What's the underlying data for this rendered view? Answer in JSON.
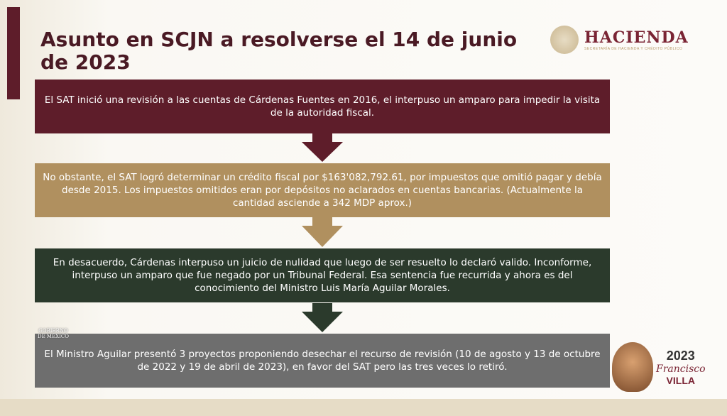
{
  "title": "Asunto en SCJN a resolverse el 14 de junio de 2023",
  "logo": {
    "name": "HACIENDA",
    "subtitle": "SECRETARÍA DE HACIENDA Y CRÉDITO PÚBLICO"
  },
  "gobierno_logo": "GOBIERNO DE MÉXICO",
  "villa_logo": {
    "year": "2023",
    "name1": "Francisco",
    "name2": "VILLA"
  },
  "colors": {
    "box1": "#5e1d2a",
    "box2": "#b0905f",
    "box3": "#2b3a2c",
    "box4": "#6e6e6e",
    "title": "#4a1a24"
  },
  "steps": [
    {
      "text": "El SAT inició una revisión a las cuentas de Cárdenas Fuentes en 2016, el interpuso un amparo para impedir la visita de la autoridad fiscal."
    },
    {
      "text": "No obstante, el SAT logró determinar un crédito fiscal por $163'082,792.61, por impuestos que omitió pagar y debía desde 2015. Los impuestos omitidos eran por depósitos no aclarados en cuentas bancarias. (Actualmente la cantidad asciende a  342 MDP aprox.)"
    },
    {
      "text": "En desacuerdo, Cárdenas interpuso un juicio de nulidad que luego de ser resuelto lo declaró valido. Inconforme,  interpuso un amparo que fue negado por un Tribunal Federal. Esa sentencia fue recurrida  y ahora es del conocimiento del Ministro Luis María Aguilar Morales."
    },
    {
      "text": "El Ministro Aguilar presentó 3 proyectos  proponiendo desechar el recurso de revisión (10 de agosto y 13 de octubre de 2022 y 19 de abril de 2023), en favor del SAT pero las tres veces lo retiró."
    }
  ]
}
